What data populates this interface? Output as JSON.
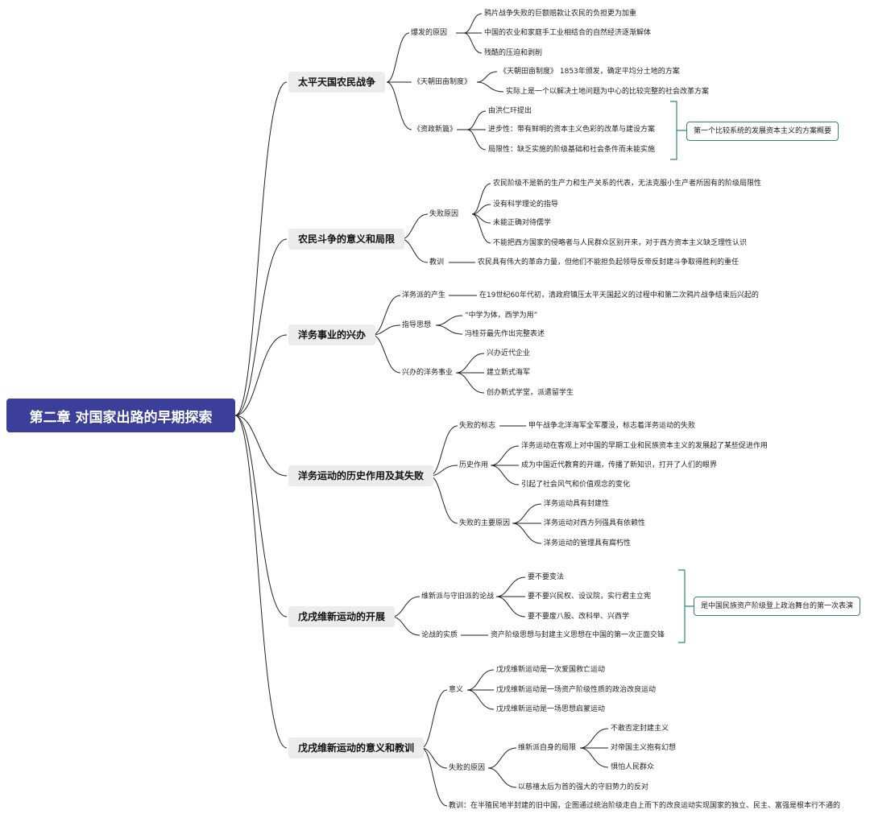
{
  "root": "第二章  对国家出路的早期探索",
  "branches": [
    {
      "label": "太平天国农民战争",
      "children": [
        {
          "label": "爆发的原因",
          "children": [
            "鸦片战争失败的巨额赔款让农民的负担更为加重",
            "中国的农业和家庭手工业相结合的自然经济逐渐解体",
            "残酷的压迫和剥削"
          ]
        },
        {
          "label": "《天朝田亩制度》",
          "children": [
            "《天朝田亩制度》 1853年颁发，确定平均分土地的方案",
            "实际上是一个以解决土地问题为中心的比较完整的社会改革方案"
          ]
        },
        {
          "label": "《资政新篇》",
          "children": [
            "由洪仁玕提出",
            "进步性：带有鲜明的资本主义色彩的改革与建设方案",
            "局限性：缺乏实施的阶级基础和社会条件而未能实施"
          ]
        }
      ]
    },
    {
      "label": "农民斗争的意义和局限",
      "children": [
        {
          "label": "失败原因",
          "children": [
            "农民阶级不是新的生产力和生产关系的代表，无法克服小生产者所固有的阶级局限性",
            "没有科学理论的指导",
            "未能正确对待儒学",
            "不能把西方国家的侵略者与人民群众区别开来，对于西方资本主义缺乏理性认识"
          ]
        },
        {
          "label": "教训",
          "children": [
            "农民具有伟大的革命力量，但他们不能担负起领导反帝反封建斗争取得胜利的重任"
          ]
        }
      ]
    },
    {
      "label": "洋务事业的兴办",
      "children": [
        {
          "label": "洋务派的产生",
          "children": [
            "在19世纪60年代初，清政府镇压太平天国起义的过程中和第二次鸦片战争结束后兴起的"
          ]
        },
        {
          "label": "指导思想",
          "children": [
            "“中学为体，西学为用”",
            "冯桂芬最先作出完整表述"
          ]
        },
        {
          "label": "兴办的洋务事业",
          "children": [
            "兴办近代企业",
            "建立新式海军",
            "创办新式学堂，派遣留学生"
          ]
        }
      ]
    },
    {
      "label": "洋务运动的历史作用及其失败",
      "children": [
        {
          "label": "失败的标志",
          "children": [
            "甲午战争北洋海军全军覆没，标志着洋务运动的失败"
          ]
        },
        {
          "label": "历史作用",
          "children": [
            "洋务运动在客观上对中国的早期工业和民族资本主义的发展起了某些促进作用",
            "成为中国近代教育的开端，传播了新知识，打开了人们的眼界",
            "引起了社会风气和价值观念的变化"
          ]
        },
        {
          "label": "失败的主要原因",
          "children": [
            "洋务运动具有封建性",
            "洋务运动对西方列强具有依赖性",
            "洋务运动的管理具有腐朽性"
          ]
        }
      ]
    },
    {
      "label": "戊戌维新运动的开展",
      "children": [
        {
          "label": "维新派与守旧派的论战",
          "children": [
            "要不要变法",
            "要不要兴民权、设议院，实行君主立宪",
            "要不要废八股、改科举、兴西学"
          ]
        },
        {
          "label": "论战的实质",
          "children": [
            "资产阶级思想与封建主义思想在中国的第一次正面交锋"
          ]
        }
      ]
    },
    {
      "label": "戊戌维新运动的意义和教训",
      "children": [
        {
          "label": "意义",
          "children": [
            "戊戌维新运动是一次爱国救亡运动",
            "戊戌维新运动是一场资产阶级性质的政治改良运动",
            "戊戌维新运动是一场思想启蒙运动"
          ]
        },
        {
          "label": "失败的原因",
          "children": [
            {
              "label": "维新派自身的局限",
              "children": [
                "不敢否定封建主义",
                "对帝国主义抱有幻想",
                "惧怕人民群众"
              ]
            },
            "以慈禧太后为首的强大的守旧势力的反对"
          ]
        },
        {
          "label": "教训：在半殖民地半封建的旧中国，企图通过统治阶级走自上而下的改良运动实现国家的独立、民主、富强是根本行不通的",
          "children": []
        }
      ]
    }
  ],
  "summaries": [
    {
      "label": "第一个比较系统的发展资本主义的方案概要"
    },
    {
      "label": "是中国民族资产阶级登上政治舞台的第一次表演"
    }
  ],
  "colors": {
    "root_bg": "#3b3f9a",
    "branch_bg": "#ececec",
    "line": "#222222",
    "summary_border": "#2f8a6a"
  }
}
